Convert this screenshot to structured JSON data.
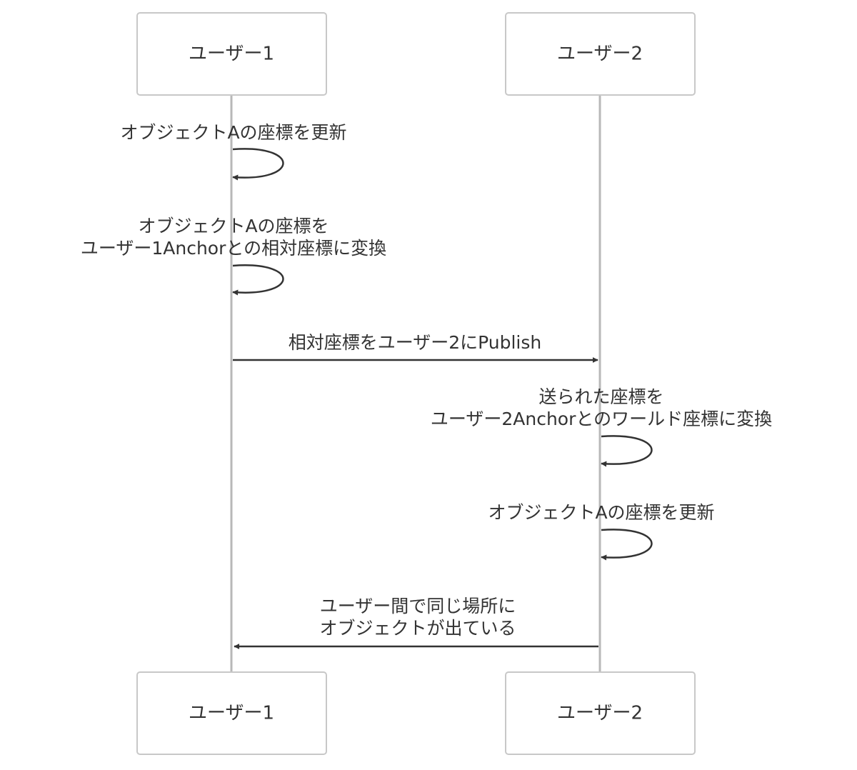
{
  "participants": [
    {
      "id": "u1",
      "label": "ユーザー1"
    },
    {
      "id": "u2",
      "label": "ユーザー2"
    }
  ],
  "messages": [
    {
      "from": "u1",
      "to": "u1",
      "lines": [
        "オブジェクトAの座標を更新"
      ]
    },
    {
      "from": "u1",
      "to": "u1",
      "lines": [
        "オブジェクトAの座標を",
        "ユーザー1Anchorとの相対座標に変換"
      ]
    },
    {
      "from": "u1",
      "to": "u2",
      "lines": [
        "相対座標をユーザー2にPublish"
      ]
    },
    {
      "from": "u2",
      "to": "u2",
      "lines": [
        "送られた座標を",
        "ユーザー2Anchorとのワールド座標に変換"
      ]
    },
    {
      "from": "u2",
      "to": "u2",
      "lines": [
        "オブジェクトAの座標を更新"
      ]
    },
    {
      "from": "u2",
      "to": "u1",
      "lines": [
        "ユーザー間で同じ場所に",
        "オブジェクトが出ている"
      ]
    }
  ],
  "colors": {
    "line": "#333333",
    "lifeline": "#b8b8b8",
    "box_border": "#c8c8c8",
    "text": "#333333"
  }
}
